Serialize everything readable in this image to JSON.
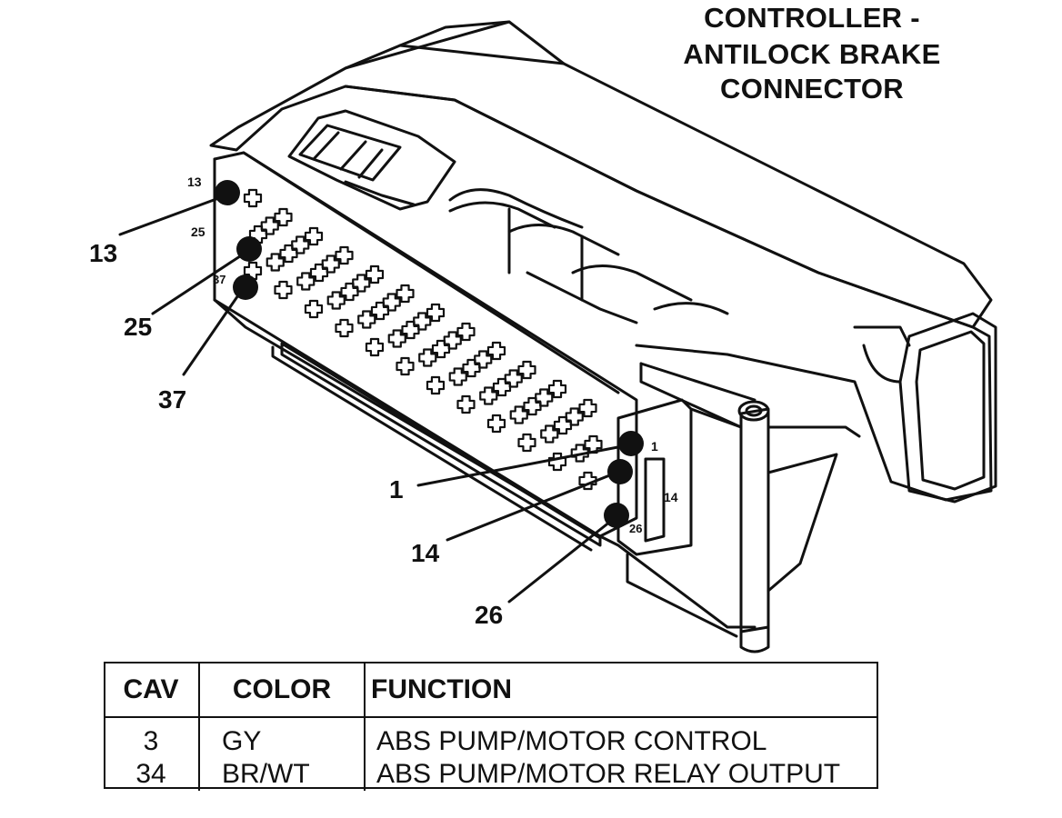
{
  "title": [
    "CONTROLLER -",
    "ANTILOCK BRAKE",
    "CONNECTOR"
  ],
  "callouts": [
    "13",
    "25",
    "37",
    "1",
    "14",
    "26"
  ],
  "pin_marks": [
    "13",
    "25",
    "37",
    "1",
    "14",
    "26"
  ],
  "table": {
    "headers": [
      "CAV",
      "COLOR",
      "FUNCTION"
    ],
    "rows": [
      [
        "3",
        "GY",
        "ABS PUMP/MOTOR CONTROL"
      ],
      [
        "34",
        "BR/WT",
        "ABS PUMP/MOTOR RELAY OUTPUT"
      ]
    ]
  }
}
